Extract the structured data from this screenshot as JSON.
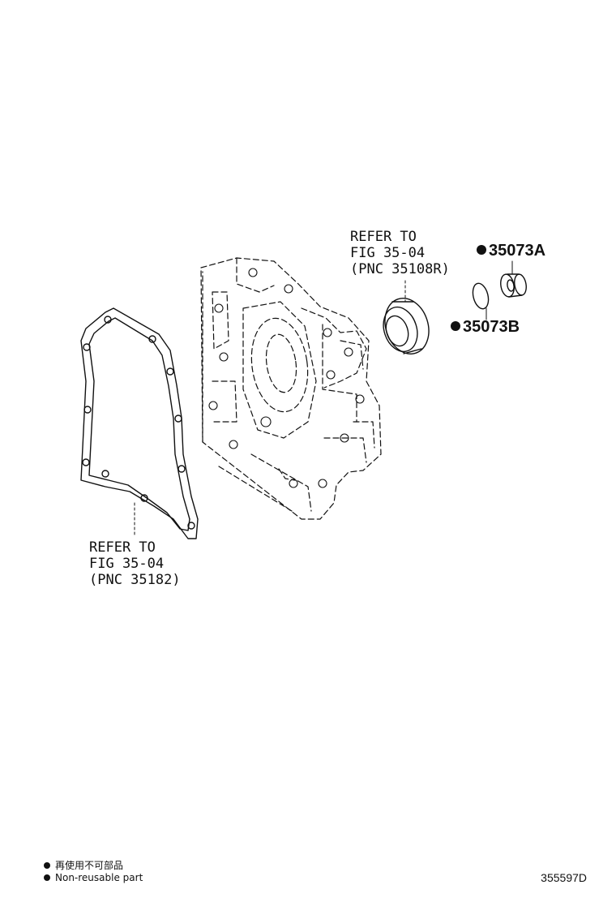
{
  "callouts": {
    "oil_seal_ref": {
      "line1": "REFER TO",
      "line2": "FIG 35-04",
      "line3": "(PNC 35108R)"
    },
    "gasket_ref": {
      "line1": "REFER TO",
      "line2": "FIG 35-04",
      "line3": "(PNC 35182)"
    }
  },
  "parts": [
    {
      "number": "35073A",
      "non_reusable": true
    },
    {
      "number": "35073B",
      "non_reusable": true
    }
  ],
  "legend": {
    "japanese": "再使用不可部品",
    "english": "Non-reusable part"
  },
  "illustration_code": "355597D",
  "line_color": "#111111"
}
